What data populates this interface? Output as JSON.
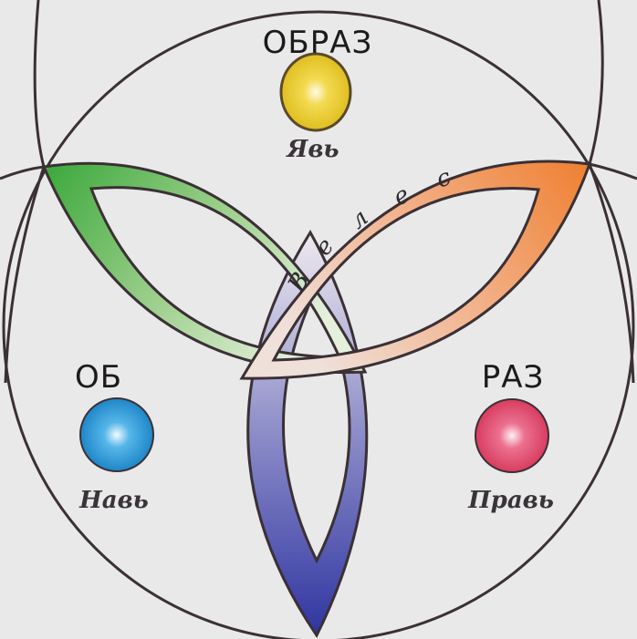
{
  "top": {
    "title": "ОБРАЗ",
    "label": "Явь",
    "color": "#e8cc30"
  },
  "left": {
    "title": "ОБ",
    "label": "Навь",
    "color": "#2f9ad6"
  },
  "right": {
    "title": "РАЗ",
    "label": "Правь",
    "color": "#e0506e"
  },
  "center_word": [
    "В",
    "е",
    "л",
    "е",
    "с"
  ],
  "colors": {
    "green": "#3fae3a",
    "orange": "#ef853a",
    "blue": "#353da6",
    "line": "#3b3035"
  }
}
